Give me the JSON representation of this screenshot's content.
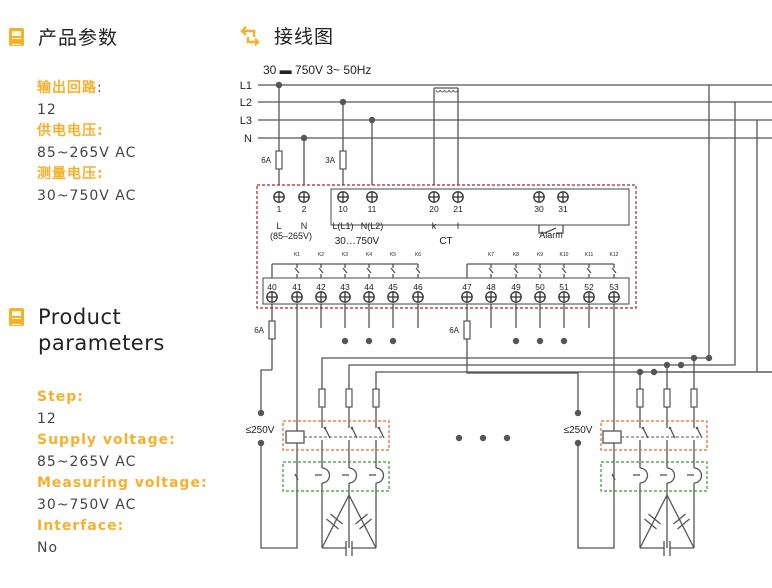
{
  "params_cn": {
    "title": "产品参数",
    "items": [
      {
        "label": "输出回路",
        "colon": ":",
        "value": "12"
      },
      {
        "label": "供电电压:",
        "value": "85~265V AC"
      },
      {
        "label": "测量电压:",
        "value": "30~750V AC"
      }
    ]
  },
  "params_en": {
    "title_line1": "Product",
    "title_line2": "parameters",
    "items": [
      {
        "label": "Step:",
        "value": "12"
      },
      {
        "label": "Supply voltage:",
        "value": "85~265V AC"
      },
      {
        "label": "Measuring voltage:",
        "value": "30~750V AC"
      },
      {
        "label": "Interface:",
        "value": "No"
      }
    ]
  },
  "wiring": {
    "title": "接线图",
    "supply_spec": "30 ▬ 750V  3~  50Hz",
    "bus_labels": [
      "L1",
      "L2",
      "L3",
      "N"
    ],
    "fuse_6a": "6A",
    "fuse_3a": "3A",
    "power_terminals": [
      {
        "num": "1",
        "label": "L"
      },
      {
        "num": "2",
        "label": "N"
      }
    ],
    "power_range": "(85–265V)",
    "voltage_terminals": [
      {
        "num": "10",
        "label": "L(L1)"
      },
      {
        "num": "11",
        "label": "N(L2)"
      }
    ],
    "voltage_range": "30…750V",
    "ct_terminals": [
      {
        "num": "20",
        "label": "k"
      },
      {
        "num": "21",
        "label": "l"
      }
    ],
    "ct_label": "CT",
    "alarm_terminals": [
      {
        "num": "30"
      },
      {
        "num": "31"
      }
    ],
    "alarm_label": "Alarm",
    "relay_labels_left": [
      "K1",
      "K2",
      "K3",
      "K4",
      "K5",
      "K6"
    ],
    "relay_labels_right": [
      "K7",
      "K8",
      "K9",
      "K10",
      "K11",
      "K12"
    ],
    "output_terminals_left": [
      "40",
      "41",
      "42",
      "43",
      "44",
      "45",
      "46"
    ],
    "output_terminals_right": [
      "47",
      "48",
      "49",
      "50",
      "51",
      "52",
      "53"
    ],
    "contactor_voltage": "≤250V",
    "colors": {
      "accent": "#f5b12e",
      "line": "#555555",
      "box_red": "#a3262a",
      "box_orange": "#e06a2a",
      "box_green": "#3a9a3a"
    }
  }
}
